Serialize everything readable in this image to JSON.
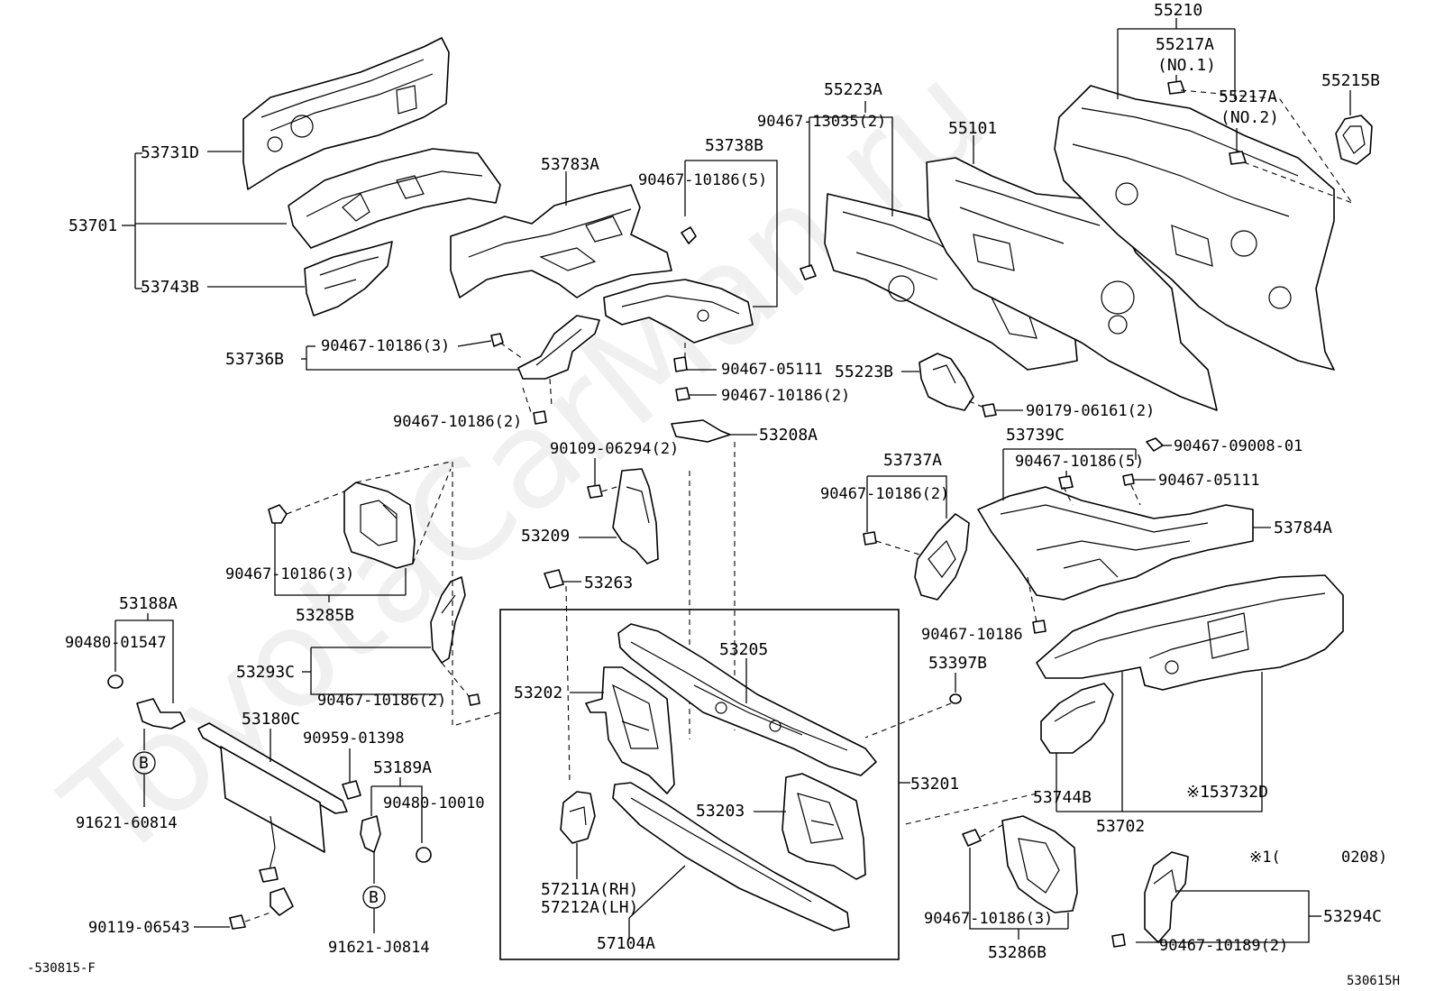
{
  "watermark": "ToyotaCarMan.ru",
  "footer": {
    "left": "-530815-F",
    "right": "530615H"
  },
  "footnote": {
    "mark": "※1(",
    "value": "0208)"
  },
  "ref_mark": "B",
  "parts": {
    "p55210": "55210",
    "p55217A": "55217A",
    "p55217A_no1": "(NO.1)",
    "p55217A_2": "55217A",
    "p55217A_no2": "(NO.2)",
    "p55215B": "55215B",
    "p55223A": "55223A",
    "p90467_13035": "90467-13035(2)",
    "p55101": "55101",
    "p53731D": "53731D",
    "p53701": "53701",
    "p53743B": "53743B",
    "p53783A": "53783A",
    "p53738B": "53738B",
    "p90467_10186_5a": "90467-10186(5)",
    "p53736B": "53736B",
    "p90467_10186_3a": "90467-10186(3)",
    "p90467_05111a": "90467-05111",
    "p90467_10186_2a": "90467-10186(2)",
    "p90467_10186_2b": "90467-10186(2)",
    "p55223B": "55223B",
    "p90179_06161": "90179-06161(2)",
    "p53208A": "53208A",
    "p90109_06294": "90109-06294(2)",
    "p53209": "53209",
    "p53263": "53263",
    "p53739C": "53739C",
    "p90467_09008": "90467-09008-01",
    "p90467_10186_5b": "90467-10186(5)",
    "p90467_05111b": "90467-05111",
    "p53737A": "53737A",
    "p90467_10186_2c": "90467-10186(2)",
    "p53784A": "53784A",
    "p90467_10186_3b": "90467-10186(3)",
    "p53285B": "53285B",
    "p53188A": "53188A",
    "p90480_01547": "90480-01547",
    "p53293C": "53293C",
    "p90467_10186_2d": "90467-10186(2)",
    "p53180C": "53180C",
    "p90959_01398": "90959-01398",
    "p53189A": "53189A",
    "p90480_10010": "90480-10010",
    "p91621_60814": "91621-60814",
    "p90119_06543": "90119-06543",
    "p91621_J0814": "91621-J0814",
    "p53205": "53205",
    "p53202": "53202",
    "p53201": "53201",
    "p53203": "53203",
    "p57211A": "57211A(RH)",
    "p57212A": "57212A(LH)",
    "p57104A": "57104A",
    "p90467_10186": "90467-10186",
    "p53397B": "53397B",
    "p53744B": "53744B",
    "p153732D": "※153732D",
    "p53702": "53702",
    "p53294C": "53294C",
    "p90467_10186_3c": "90467-10186(3)",
    "p53286B": "53286B",
    "p90467_10189": "90467-10189(2)"
  }
}
